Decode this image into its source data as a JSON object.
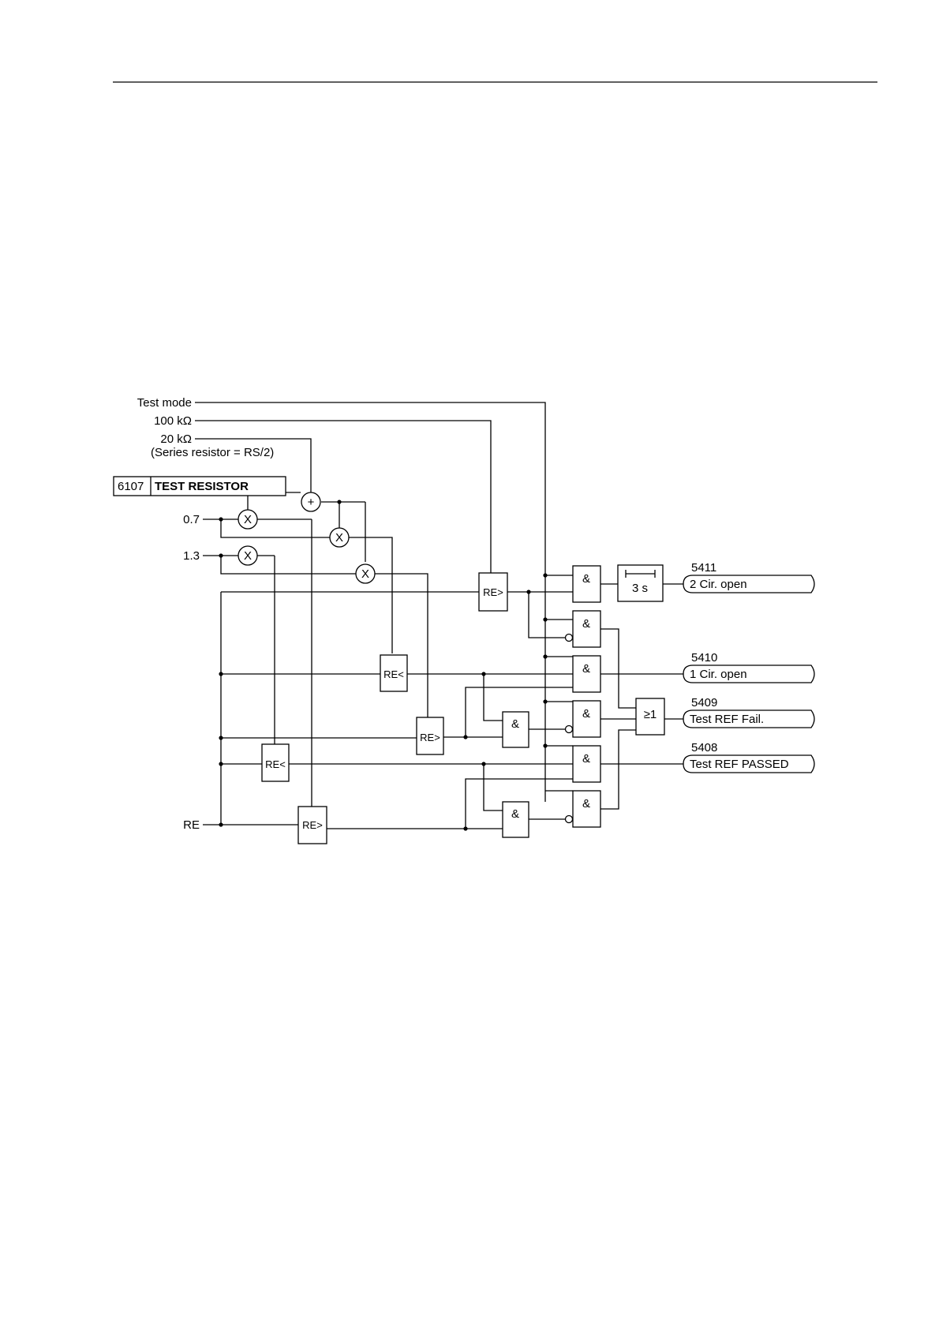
{
  "inputs": {
    "test_mode": "Test mode",
    "r100k": "100 kΩ",
    "r20k": "20 kΩ",
    "series_note": "(Series resistor = RS/2)",
    "factor_07": "0.7",
    "factor_13": "1.3",
    "re": "RE"
  },
  "parameter": {
    "address": "6107",
    "name": "TEST RESISTOR"
  },
  "operators": {
    "plus": "+",
    "mult": "X"
  },
  "comparators": {
    "greater": "RE>",
    "less": "RE<"
  },
  "gates": {
    "and": "&",
    "or": "≥1",
    "timer": "3 s"
  },
  "outputs": [
    {
      "number": "5411",
      "label": "2 Cir. open"
    },
    {
      "number": "5410",
      "label": "1 Cir. open"
    },
    {
      "number": "5409",
      "label": "Test REF Fail."
    },
    {
      "number": "5408",
      "label": "Test REF PASSED"
    }
  ]
}
